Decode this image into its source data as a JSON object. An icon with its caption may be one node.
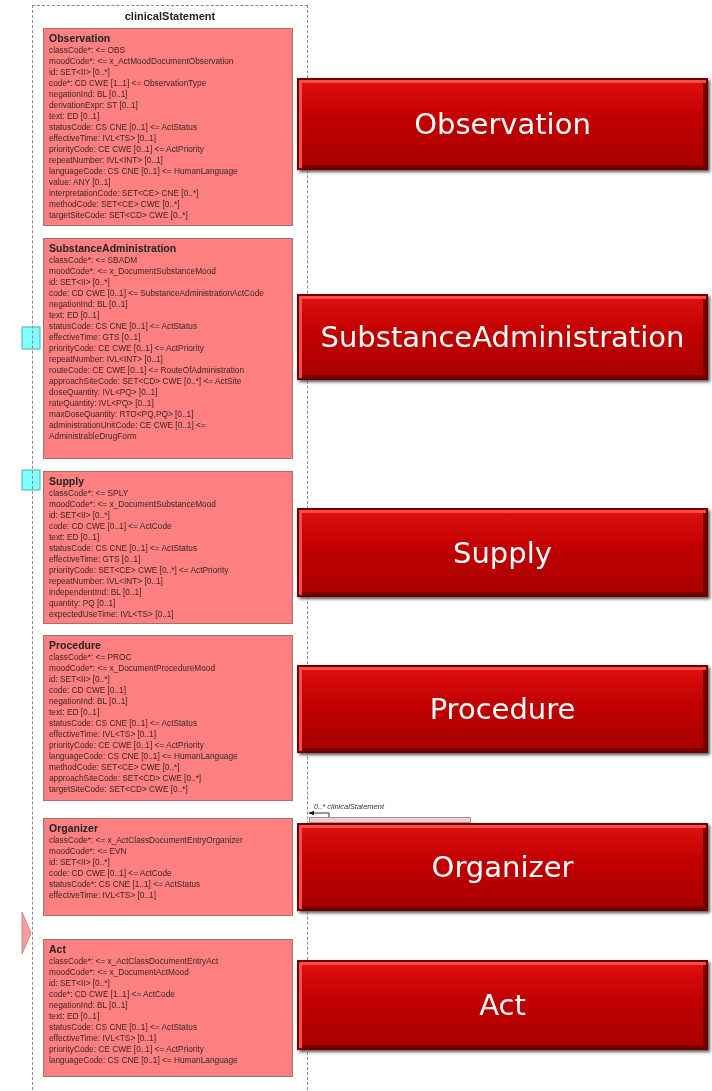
{
  "diagram": {
    "nodes": [
      {
        "text": [
          "clinicalStatement"
        ]
      },
      {
        "text": [
          "Observation",
          "classCode*: <= OBS",
          "moodCode*: <= x_ActMoodDocumentObservation",
          "id: SET<II> [0..*]",
          "code*: CD CWE [1..1] <= ObservationType",
          "negationInd: BL [0..1]",
          "derivationExpr: ST [0..1]",
          "text: ED [0..1]",
          "statusCode: CS CNE [0..1] <= ActStatus",
          "effectiveTime: IVL<TS> [0..1]",
          "priorityCode: CE CWE [0..1] <= ActPriority",
          "repeatNumber: IVL<INT> [0..1]",
          "languageCode: CS CNE [0..1] <= HumanLanguage",
          "value: ANY [0..1]",
          "interpretationCode: SET<CE> CNE [0..*]",
          "methodCode: SET<CE> CWE [0..*]",
          "targetSiteCode: SET<CD> CWE [0..*]"
        ],
        "in": 0
      },
      {
        "text": [
          "SubstanceAdministration",
          "classCode*: <= SBADM",
          "moodCode*: <= x_DocumentSubstanceMood",
          "id: SET<II> [0..*]",
          "code: CD CWE [0..1] <= SubstanceAdministrationActCode",
          "negationInd: BL [0..1]",
          "text: ED [0..1]",
          "statusCode: CS CNE [0..1] <= ActStatus",
          "effectiveTime: GTS [0..1]",
          "priorityCode: CE CWE [0..1] <= ActPriority",
          "repeatNumber: IVL<INT> [0..1]",
          "routeCode: CE CWE [0..1] <= RouteOfAdministration",
          "approachSiteCode: SET<CD> CWE [0..*] <= ActSite",
          "doseQuantity: IVL<PQ> [0..1]",
          "rateQuantity: IVL<PQ> [0..1]",
          "maxDoseQuantity: RTO<PQ,PQ> [0..1]",
          "administrationUnitCode: CE CWE [0..1] <= AdministrableDrugForm"
        ],
        "in": 0
      },
      {
        "text": [
          "Supply",
          "classCode*: <= SPLY",
          "moodCode*: <= x_DocumentSubstanceMood",
          "id: SET<II> [0..*]",
          "code: CD CWE [0..1] <= ActCode",
          "text: ED [0..1]",
          "statusCode: CS CNE [0..1] <= ActStatus",
          "effectiveTime: GTS [0..1]",
          "priorityCode: SET<CE> CWE [0..*] <= ActPriority",
          "repeatNumber: IVL<INT> [0..1]",
          "independentInd: BL [0..1]",
          "quantity: PQ [0..1]",
          "expectedUseTime: IVL<TS> [0..1]"
        ],
        "in": 0
      },
      {
        "text": [
          "Procedure",
          "classCode*: <= PROC",
          "moodCode*: <= x_DocumentProcedureMood",
          "id: SET<II> [0..*]",
          "code: CD CWE [0..1]",
          "negationInd: BL [0..1]",
          "text: ED [0..1]",
          "statusCode: CS CNE [0..1] <= ActStatus",
          "effectiveTime: IVL<TS> [0..1]",
          "priorityCode: CE CWE [0..1] <= ActPriority",
          "languageCode: CS CNE [0..1] <= HumanLanguage",
          "methodCode: SET<CE> CWE [0..*]",
          "approachSiteCode: SET<CD> CWE [0..*]",
          "targetSiteCode: SET<CD> CWE [0..*]"
        ],
        "in": 0
      },
      {
        "text": [
          "Organizer",
          "classCode*: <= x_ActClassDocumentEntryOrganizer",
          "moodCode*: <= EVN",
          "id: SET<II> [0..*]",
          "code: CD CWE [0..1] <= ActCode",
          "statusCode*: CS CNE [1..1] <= ActStatus",
          "effectiveTime: IVL<TS> [0..1]"
        ],
        "in": 0
      },
      {
        "text": [
          "Act",
          "classCode*: <= x_ActClassDocumentEntryAct",
          "moodCode*: <= x_DocumentActMood",
          "id: SET<II> [0..*]",
          "code*: CD CWE [1..1] <= ActCode",
          "negationInd: BL [0..1]",
          "text: ED [0..1]",
          "statusCode: CS CNE [0..1] <= ActStatus",
          "effectiveTime: IVL<TS> [0..1]",
          "priorityCode: CE CWE [0..1] <= ActPriority",
          "languageCode: CS CNE [0..1] <= HumanLanguage"
        ],
        "in": 0
      },
      {
        "text": [],
        "shape": "box"
      },
      {
        "text": [
          "Observation"
        ]
      },
      {
        "text": [
          "SubstanceAdministration"
        ]
      },
      {
        "text": [
          "Supply"
        ]
      },
      {
        "text": [
          "Procedure"
        ]
      },
      {
        "text": [
          "Organizer"
        ]
      },
      {
        "text": [
          "Act"
        ]
      }
    ],
    "edges": [
      {
        "from": 7,
        "to": 0,
        "arrow": "to",
        "label": "0..* clinicalStatement"
      }
    ]
  }
}
